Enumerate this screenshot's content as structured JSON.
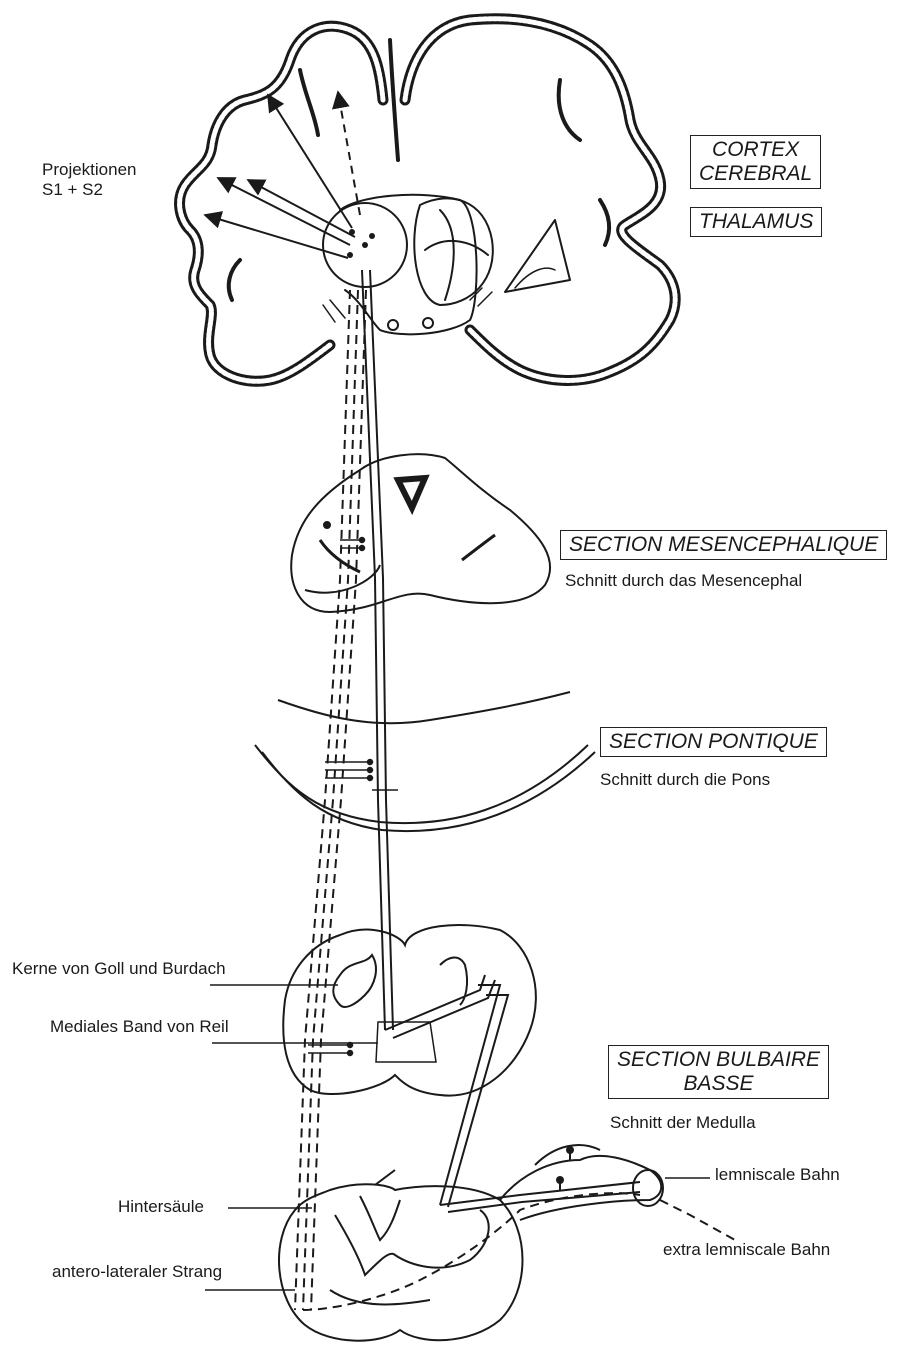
{
  "labels": {
    "projektionen": "Projektionen",
    "s1s2": "S1 + S2",
    "cortex_line1": "CORTEX",
    "cortex_line2": "CEREBRAL",
    "thalamus": "THALAMUS",
    "mesencephalique": "SECTION MESENCEPHALIQUE",
    "mesencephal_sub": "Schnitt durch das Mesencephal",
    "pontique": "SECTION PONTIQUE",
    "pons_sub": "Schnitt durch die Pons",
    "bulbaire_line1": "SECTION BULBAIRE",
    "bulbaire_line2": "BASSE",
    "medulla_sub": "Schnitt der Medulla",
    "kerne": "Kerne von Goll und Burdach",
    "mediales": "Mediales Band von Reil",
    "hintersaule": "Hintersäule",
    "antero": "antero-lateraler Strang",
    "lemniscale": "lemniscale Bahn",
    "extra": "extra lemniscale Bahn"
  }
}
